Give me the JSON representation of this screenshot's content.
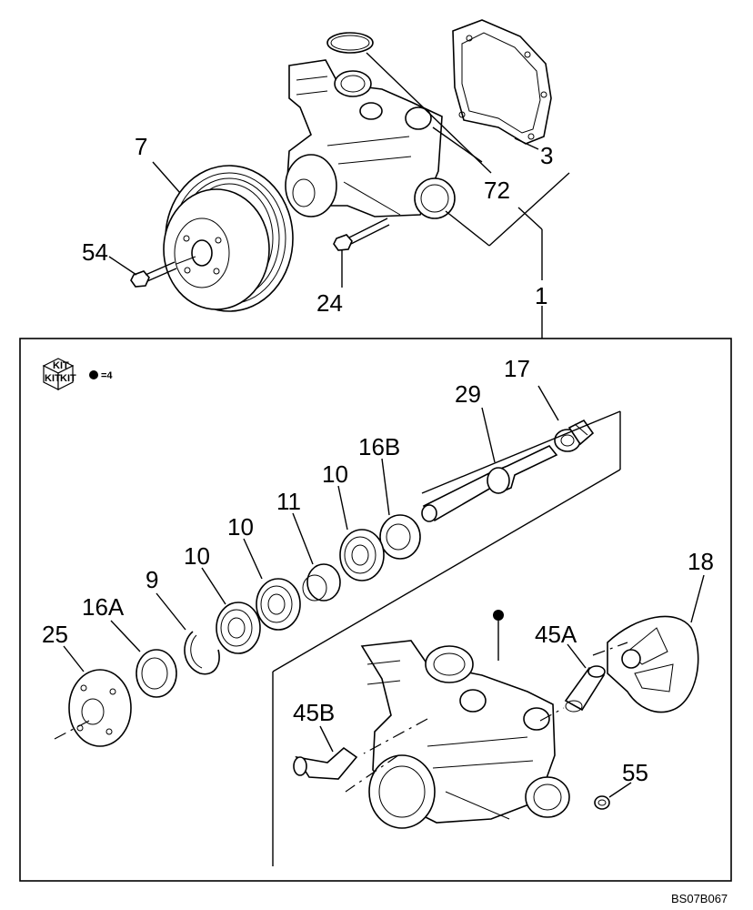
{
  "callouts": {
    "p7": "7",
    "p54": "54",
    "p24": "24",
    "p72": "72",
    "p3": "3",
    "p1": "1",
    "p17": "17",
    "p29": "29",
    "p16B": "16B",
    "p10_a": "10",
    "p11": "11",
    "p10_b": "10",
    "p10_c": "10",
    "p9": "9",
    "p16A": "16A",
    "p25": "25",
    "p18": "18",
    "p45A": "45A",
    "p45B": "45B",
    "p55": "55"
  },
  "legend": {
    "kit_top": "KIT",
    "kit_left": "KIT",
    "kit_right": "KIT",
    "qty": "=4"
  },
  "doc_id": "BS07B067"
}
